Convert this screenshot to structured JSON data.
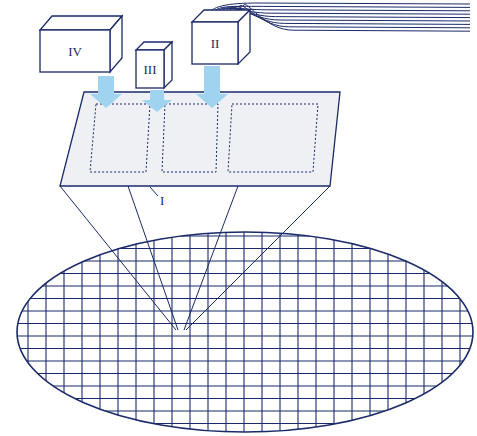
{
  "diagram": {
    "nodes": [
      {
        "text": [
          "IV"
        ]
      },
      {
        "text": [
          "III"
        ]
      },
      {
        "text": [
          "II"
        ]
      }
    ],
    "labels": [
      "I"
    ]
  }
}
